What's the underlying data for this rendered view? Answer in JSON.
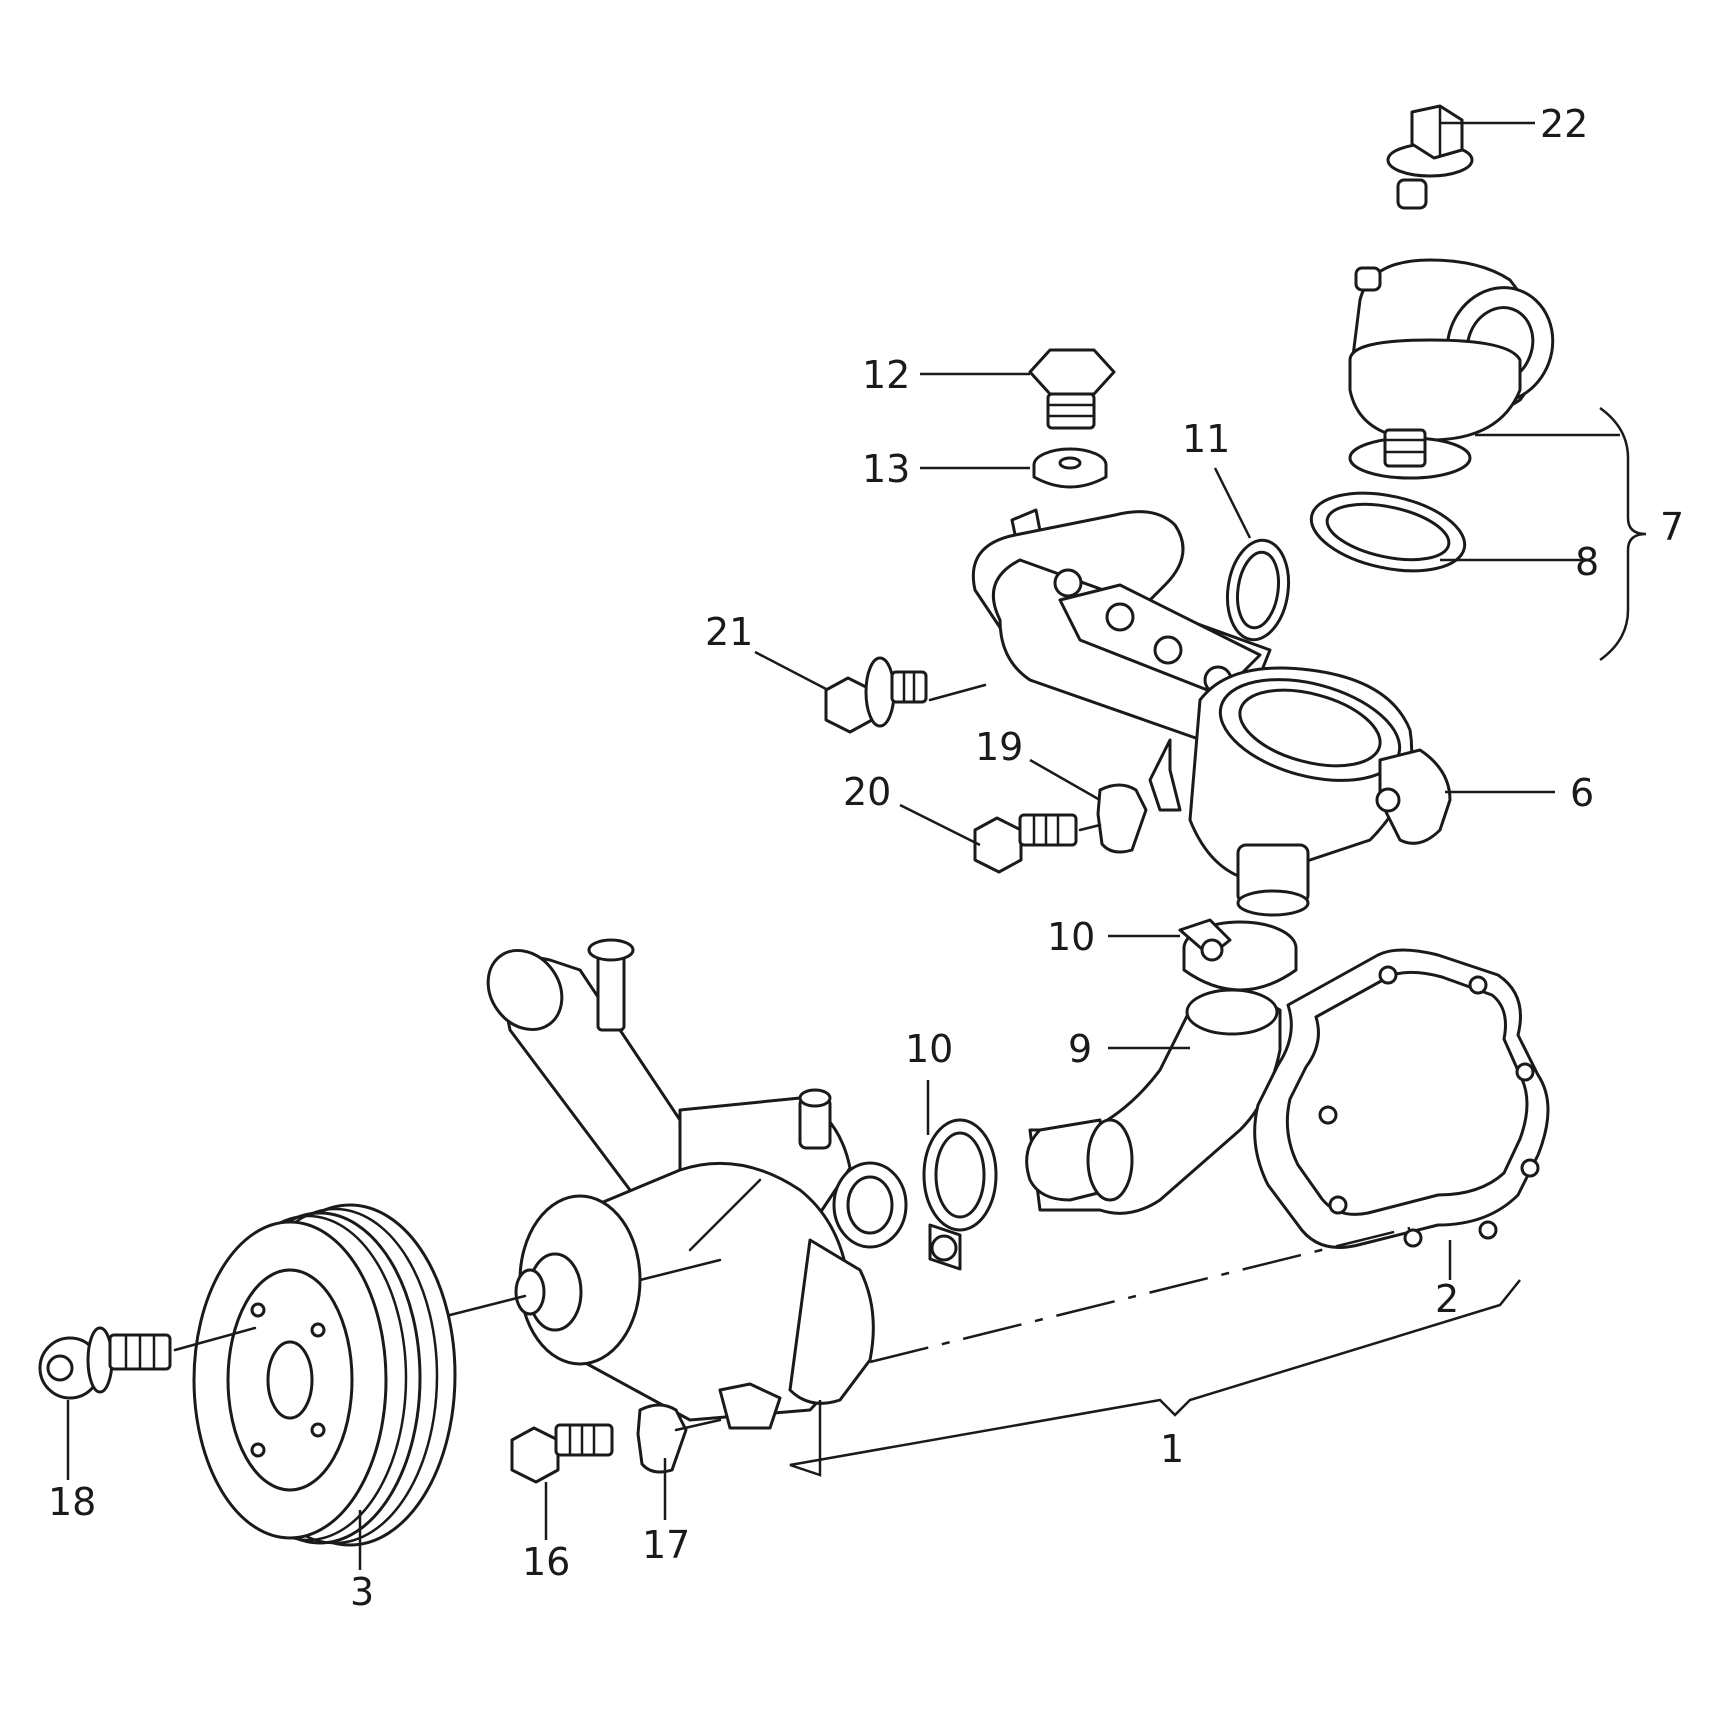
{
  "labels": {
    "p1": "1",
    "p2": "2",
    "p3": "3",
    "p6": "6",
    "p7": "7",
    "p8": "8",
    "p9": "9",
    "p10a": "10",
    "p10b": "10",
    "p11": "11",
    "p12": "12",
    "p13": "13",
    "p16": "16",
    "p17": "17",
    "p18": "18",
    "p19": "19",
    "p20": "20",
    "p21": "21",
    "p22": "22"
  }
}
